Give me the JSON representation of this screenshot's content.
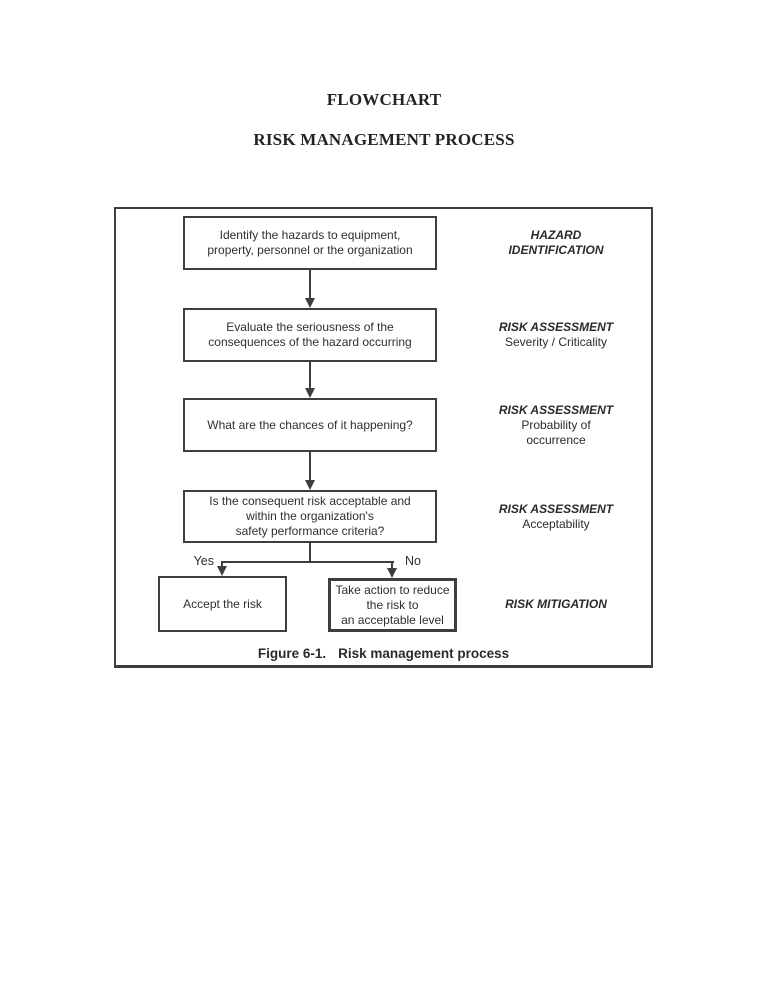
{
  "header": {
    "title": "FLOWCHART",
    "subtitle": "RISK MANAGEMENT PROCESS"
  },
  "flowchart": {
    "boxes": {
      "identify": "Identify the hazards to equipment,\nproperty, personnel or the organization",
      "evaluate": "Evaluate the seriousness of the\nconsequences of the hazard occurring",
      "chances": "What are the chances of it happening?",
      "acceptable": "Is the consequent risk acceptable and\nwithin the organization's\nsafety performance criteria?",
      "accept": "Accept the risk",
      "mitigate": "Take action to reduce\nthe risk to\nan acceptable level"
    },
    "side_labels": {
      "hazard": {
        "title": "HAZARD\nIDENTIFICATION",
        "subtitle": ""
      },
      "severity": {
        "title": "RISK ASSESSMENT",
        "subtitle": "Severity / Criticality"
      },
      "probability": {
        "title": "RISK ASSESSMENT",
        "subtitle": "Probability of\noccurrence"
      },
      "acceptability": {
        "title": "RISK ASSESSMENT",
        "subtitle": "Acceptability"
      },
      "mitigation": {
        "title": "RISK MITIGATION",
        "subtitle": ""
      }
    },
    "branch_labels": {
      "yes": "Yes",
      "no": "No"
    },
    "caption": {
      "label": "Figure 6-1.",
      "text": "Risk management process"
    }
  },
  "colors": {
    "ink": "#303030",
    "line": "#3e3e3e",
    "background": "#ffffff"
  }
}
